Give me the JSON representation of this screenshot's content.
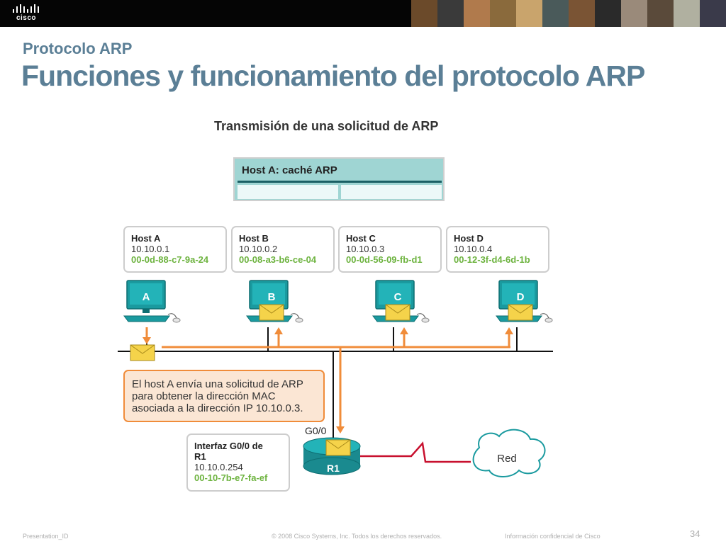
{
  "header": {
    "logo_text": "cisco",
    "photo_colors": [
      "#6b4a2a",
      "#3a3a3a",
      "#b07a4c",
      "#8a6a3c",
      "#c9a46c",
      "#4a5a5a",
      "#7a5434",
      "#2a2a2a",
      "#9a8a7a",
      "#5a4a3a",
      "#b0b0a0",
      "#3a3a4a"
    ]
  },
  "slide": {
    "subtitle": "Protocolo ARP",
    "title": "Funciones y funcionamiento del protocolo ARP"
  },
  "diagram": {
    "title": "Transmisión de una solicitud de ARP",
    "arp_cache": {
      "title": "Host A: caché ARP"
    },
    "hosts": [
      {
        "name": "Host A",
        "ip": "10.10.0.1",
        "mac": "00-0d-88-c7-9a-24",
        "label": "A"
      },
      {
        "name": "Host B",
        "ip": "10.10.0.2",
        "mac": "00-08-a3-b6-ce-04",
        "label": "B"
      },
      {
        "name": "Host C",
        "ip": "10.10.0.3",
        "mac": "00-0d-56-09-fb-d1",
        "label": "C"
      },
      {
        "name": "Host D",
        "ip": "10.10.0.4",
        "mac": "00-12-3f-d4-6d-1b",
        "label": "D"
      }
    ],
    "note": {
      "line1": "El host A envía una solicitud de ARP",
      "line2": "para obtener la dirección MAC",
      "line3": "asociada a la dirección IP 10.10.0.3."
    },
    "router": {
      "interface_line1": "Interfaz G0/0 de",
      "interface_line2": "R1",
      "ip": "10.10.0.254",
      "mac": "00-10-7b-e7-fa-ef",
      "port_label": "G0/0",
      "label": "R1"
    },
    "cloud_label": "Red",
    "colors": {
      "arrow": "#f08c3a",
      "device": "#1a9a9f",
      "mac_text": "#6db33f",
      "wan_link": "#c8102e",
      "envelope": "#f5d34a"
    }
  },
  "footer": {
    "presentation_id": "Presentation_ID",
    "copyright": "© 2008 Cisco Systems, Inc. Todos los derechos reservados.",
    "confidential": "Información confidencial de Cisco",
    "page_number": "34"
  }
}
